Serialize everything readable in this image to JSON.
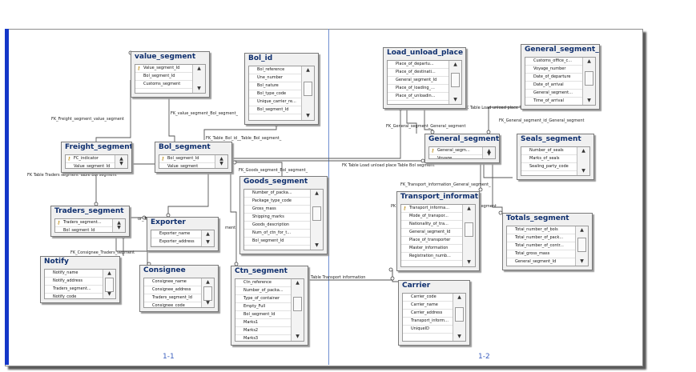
{
  "caption": "",
  "pages": [
    "1-1",
    "1-2"
  ],
  "tables": [
    {
      "id": "value_segment",
      "title": "value_segment",
      "rows": [
        "Value_segment_Id",
        "Bol_segment_Id",
        "Customs_segment"
      ],
      "keys": [
        0
      ]
    },
    {
      "id": "bol_id",
      "title": "Bol_id",
      "rows": [
        "Bol_reference",
        "Une_number",
        "Bol_nature",
        "Bol_type_code",
        "Unique_carrier_re...",
        "Bol_segment_Id"
      ],
      "keys": []
    },
    {
      "id": "freight_segment",
      "title": "Freight_segment",
      "rows": [
        "FC_indicator",
        "Value_segment_Id"
      ],
      "keys": [
        0
      ]
    },
    {
      "id": "bol_segment",
      "title": "Bol_segment",
      "rows": [
        "Bol_segment_Id",
        "Value_segment"
      ],
      "keys": [
        0
      ]
    },
    {
      "id": "goods_segment",
      "title": "Goods_segment",
      "rows": [
        "Number_of_packa...",
        "Package_type_code",
        "Gross_mass",
        "Shipping_marks",
        "Goods_description",
        "Num_of_ctn_for_t...",
        "Bol_segment_Id"
      ],
      "keys": []
    },
    {
      "id": "traders_segment",
      "title": "Traders_segment",
      "rows": [
        "Traders_segment...",
        "Bol_segment_Id"
      ],
      "keys": [
        0
      ]
    },
    {
      "id": "exporter",
      "title": "Exporter",
      "rows": [
        "Exporter_name",
        "Exporter_address"
      ],
      "keys": []
    },
    {
      "id": "notify",
      "title": "Notify",
      "rows": [
        "Notify_name",
        "Notify_address",
        "Traders_segment...",
        "Notify_code"
      ],
      "keys": []
    },
    {
      "id": "consignee",
      "title": "Consignee",
      "rows": [
        "Consignee_name",
        "Consignee_address",
        "Traders_segment_Id",
        "Consignee_code"
      ],
      "keys": []
    },
    {
      "id": "ctn_segment",
      "title": "Ctn_segment",
      "rows": [
        "Ctn_reference",
        "Number_of_packa...",
        "Type_of_container",
        "Empty_Full",
        "Bol_segment_Id",
        "Marks1",
        "Marks2",
        "Marks3"
      ],
      "keys": []
    },
    {
      "id": "load_unload_place",
      "title": "Load_unload_place",
      "rows": [
        "Place_of_departu...",
        "Place_of_destinati...",
        "General_segment_Id",
        "Place_of_loading_...",
        "Place_of_unloadin..."
      ],
      "keys": []
    },
    {
      "id": "general_segment_id",
      "title": "General_segment_id",
      "rows": [
        "Customs_office_c...",
        "Voyage_number",
        "Date_of_departure",
        "Date_of_arrival",
        "General_segment...",
        "Time_of_arrival"
      ],
      "keys": []
    },
    {
      "id": "general_segment",
      "title": "General_segment",
      "rows": [
        "General_segm...",
        "Voyage..."
      ],
      "keys": [
        0
      ]
    },
    {
      "id": "seals_segment",
      "title": "Seals_segment",
      "rows": [
        "Number_of_seals",
        "Marks_of_seals",
        "Sealing_party_code"
      ],
      "keys": []
    },
    {
      "id": "transport_information",
      "title": "Transport_information",
      "rows": [
        "Transport_informa...",
        "Mode_of_transpor...",
        "Nationality_of_tra...",
        "General_segment_Id",
        "Place_of_transporter",
        "Master_information",
        "Registration_numb..."
      ],
      "keys": [
        0
      ]
    },
    {
      "id": "totals_segment",
      "title": "Totals_segment",
      "rows": [
        "Total_number_of_bols",
        "Total_number_of_pack...",
        "Total_number_of_contr...",
        "Total_gross_mass",
        "General_segment_Id"
      ],
      "keys": []
    },
    {
      "id": "carrier",
      "title": "Carrier",
      "rows": [
        "Carrier_code",
        "Carrier_name",
        "Carrier_address",
        "Transport_inform...",
        "UniqueID"
      ],
      "keys": []
    }
  ],
  "relationship_labels": [
    "FK_Freight_segment_value_segment",
    "FK_value_segment_Bol_segment_",
    "FK_Table_Bol_id__Table_Bol_segment_",
    "FK_Goods_segment_Bol_segment_",
    "FK Table Traders segment   Table Bol segment",
    "or_Trader",
    "ment",
    "FK_Consignee_Traders_segment",
    "Table Transport information",
    "FK Table Load unload place   Table Bol segment",
    "FK  Table Load unload place   Table General segment",
    "FK_General_segment_General_segment",
    "FK_General_segment_id_General_segment",
    "FK_Transport_information_General_segment_",
    "PK",
    "segment"
  ]
}
